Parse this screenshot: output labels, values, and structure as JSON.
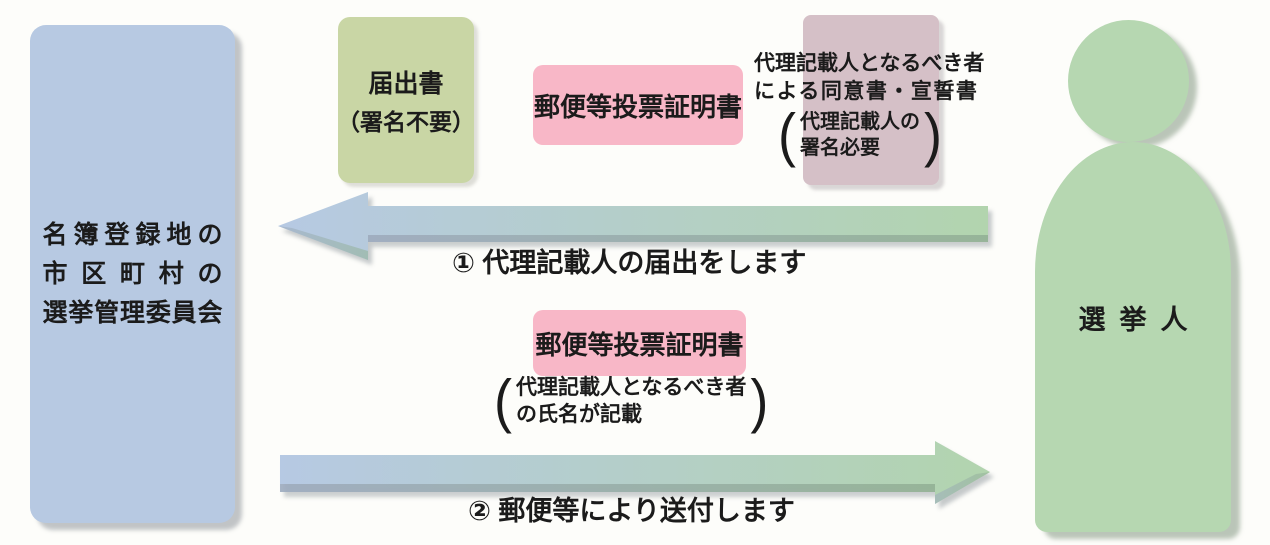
{
  "palette": {
    "background": "#fdfdfa",
    "committee_blue": "#b7c9e2",
    "notification_green": "#c9d6a5",
    "certificate_pink": "#f8b7c7",
    "consent_mauve": "#d5c0c7",
    "elector_green": "#b6d7b1",
    "arrow_blue": "#b6c9e3",
    "arrow_green": "#b2d4ae",
    "arrow_edge_blue": "#9dabbf",
    "arrow_edge_green": "#92b293",
    "text_black": "#1b1b1b"
  },
  "committee_box": {
    "lines": [
      "名簿登録地の",
      "市区町村の",
      "選挙管理委員会"
    ]
  },
  "notification_box": {
    "title": "届出書",
    "note": "（署名不要）"
  },
  "certificate_box_top": {
    "label": "郵便等投票証明書"
  },
  "consent_note": {
    "line1": "代理記載人となるべき者",
    "line2": "による同意書・宣誓書",
    "paren_line1": "代理記載人の",
    "paren_line2": "署名必要"
  },
  "certificate_box_bottom": {
    "label": "郵便等投票証明書",
    "paren_line1": "代理記載人となるべき者",
    "paren_line2": "の氏名が記載"
  },
  "arrows": {
    "step1_caption": "① 代理記載人の届出をします",
    "step2_caption": "② 郵便等により送付します"
  },
  "elector": {
    "label": "選挙人"
  },
  "parens": {
    "open": "(",
    "close": ")"
  }
}
